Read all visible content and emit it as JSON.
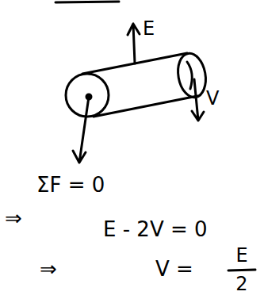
{
  "diagram": {
    "labels": [
      "E",
      "V",
      "ΣF = 0",
      "⇒",
      "E - 2V = 0",
      "⇒",
      "V =",
      "E",
      "2"
    ]
  }
}
